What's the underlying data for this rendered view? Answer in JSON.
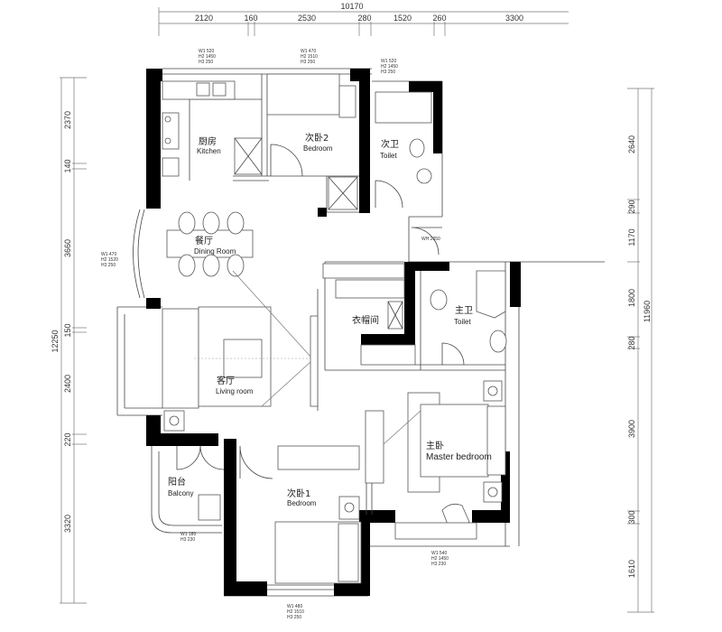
{
  "plan": {
    "top_dimensions": {
      "total": "10170",
      "segments": [
        "2120",
        "160",
        "2530",
        "280",
        "1520",
        "260",
        "3300"
      ]
    },
    "left_dimensions": {
      "total": "12250",
      "segments": [
        "2370",
        "140",
        "3660",
        "150",
        "2400",
        "220",
        "3320"
      ]
    },
    "right_dimensions": {
      "total": "11960",
      "segments": [
        "2640",
        "290",
        "1170",
        "1800",
        "280",
        "3900",
        "300",
        "1610"
      ]
    },
    "rooms": {
      "kitchen": {
        "cn": "厨房",
        "en": "Kitchen"
      },
      "bedroom2": {
        "cn": "次卧2",
        "en": "Bedroom"
      },
      "toilet2": {
        "cn": "次卫",
        "en": "Toilet"
      },
      "dining": {
        "cn": "餐厅",
        "en": "Dining Room"
      },
      "closet": {
        "cn": "衣帽间",
        "en": ""
      },
      "master_toilet": {
        "cn": "主卫",
        "en": "Toilet"
      },
      "living": {
        "cn": "客厅",
        "en": "Living room"
      },
      "master": {
        "cn": "主卧",
        "en": "Master bedroom"
      },
      "balcony": {
        "cn": "阳台",
        "en": "Balcony"
      },
      "bedroom1": {
        "cn": "次卧1",
        "en": "Bedroom"
      }
    },
    "window_tags": {
      "kitchen_top": [
        "W1 520",
        "H2 1450",
        "H3 250"
      ],
      "bedroom2_top": [
        "W1 470",
        "H2 1510",
        "H3 250"
      ],
      "toilet_top": [
        "W1 520",
        "H2 1450",
        "H3 250"
      ],
      "dining_left": [
        "W1 470",
        "H2 1520",
        "H3 250"
      ],
      "balcony_bottom": [
        "W1 180",
        "H3 230"
      ],
      "bedroom1_bottom": [
        "W1 480",
        "H2 1510",
        "H3 250"
      ],
      "master_bottom": [
        "W1 540",
        "H2 1450",
        "H3 230"
      ],
      "entry_door": "WH 2050"
    }
  }
}
